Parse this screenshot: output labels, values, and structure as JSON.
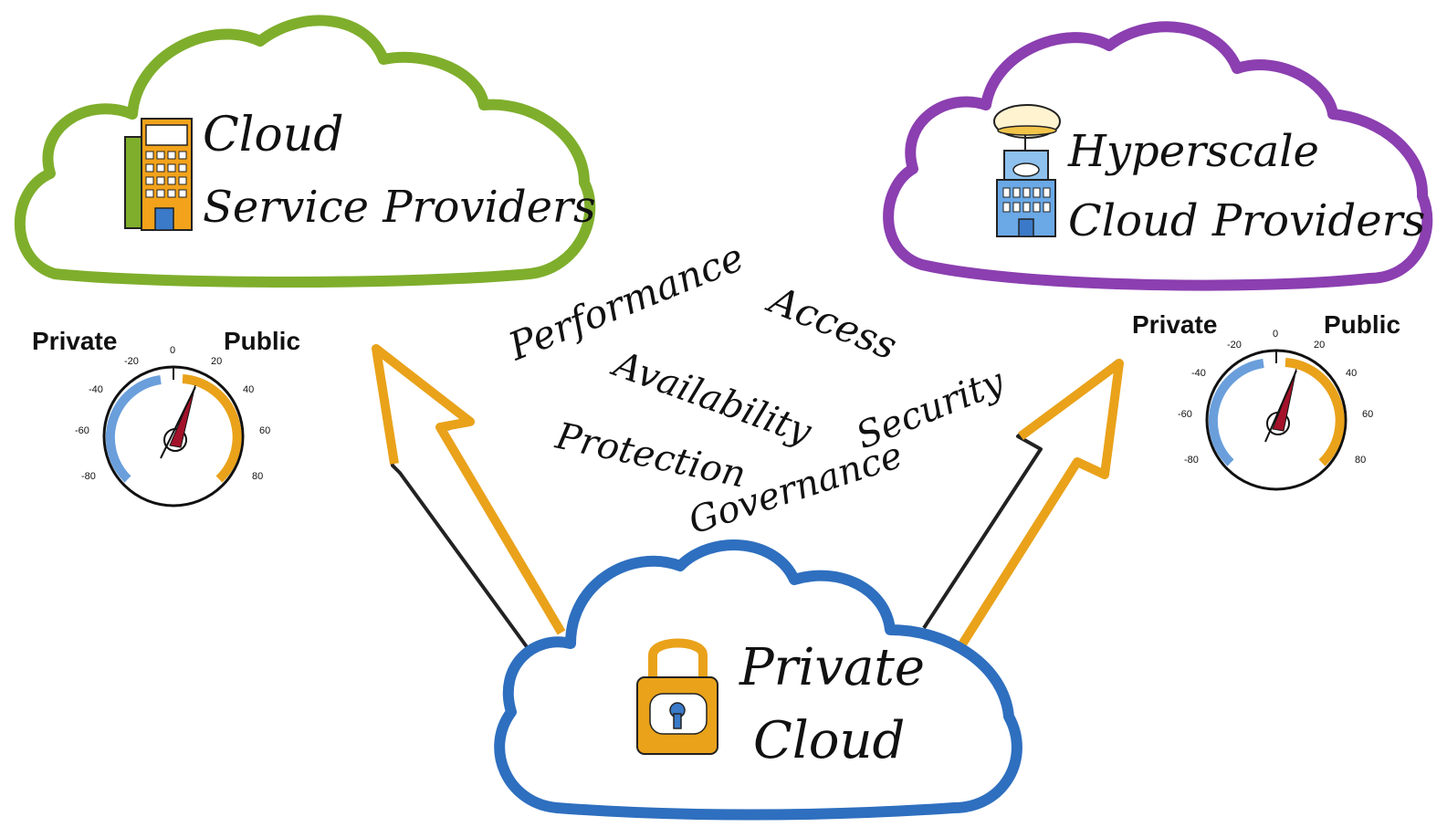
{
  "clouds": {
    "csp": {
      "line1": "Cloud",
      "line2": "Service Providers",
      "color": "#7fae2c"
    },
    "hyperscale": {
      "line1": "Hyperscale",
      "line2": "Cloud Providers",
      "color": "#8b3fb0"
    },
    "private": {
      "line1": "Private",
      "line2": "Cloud",
      "color": "#2e6fbf"
    }
  },
  "concerns": [
    "Performance",
    "Access",
    "Availability",
    "Security",
    "Protection",
    "Governance"
  ],
  "gauges": {
    "left": {
      "private_label": "Private",
      "public_label": "Public",
      "ticks": [
        "-80",
        "-60",
        "-40",
        "-20",
        "0",
        "20",
        "40",
        "60",
        "80"
      ]
    },
    "right": {
      "private_label": "Private",
      "public_label": "Public",
      "ticks": [
        "-80",
        "-60",
        "-40",
        "-20",
        "0",
        "20",
        "40",
        "60",
        "80"
      ]
    }
  },
  "colors": {
    "arrow_fill": "#e9a21a",
    "gauge_private": "#6a9fdc",
    "gauge_public": "#e9a21a",
    "needle": "#a3122a"
  }
}
